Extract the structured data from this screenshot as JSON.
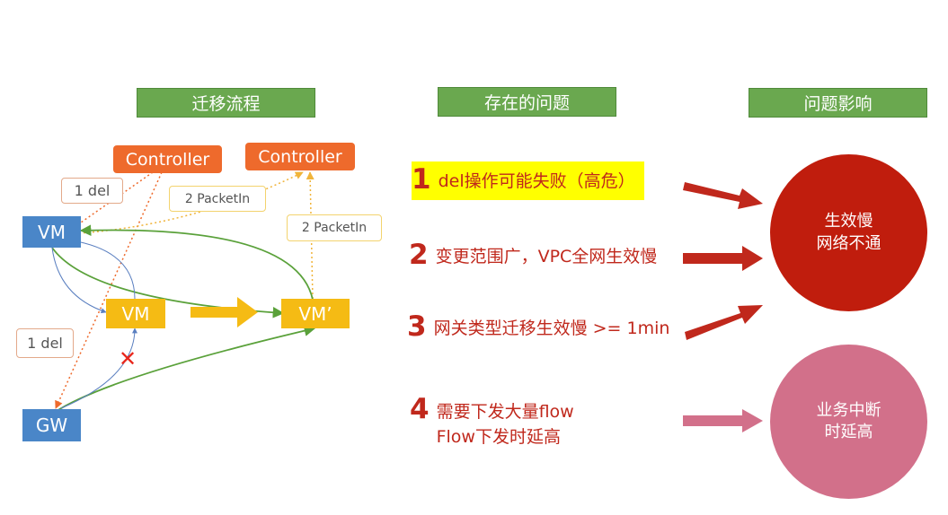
{
  "headers": {
    "migration": "迁移流程",
    "problems": "存在的问题",
    "impact": "问题影响"
  },
  "diagram": {
    "controller_left": "Controller",
    "controller_right": "Controller",
    "vm_src": "VM",
    "vm_mid": "VM",
    "vm_dst": "VM’",
    "gw": "GW",
    "label_del_top": "1 del",
    "label_del_bottom": "1 del",
    "label_packetin_a": "2 PacketIn",
    "label_packetin_b": "2 PacketIn",
    "fail_mark": "✕"
  },
  "problems": [
    {
      "num": "1",
      "text": "del操作可能失败（高危）"
    },
    {
      "num": "2",
      "text": "变更范围广，VPC全网生效慢"
    },
    {
      "num": "3",
      "text": "网关类型迁移生效慢 >= 1min"
    },
    {
      "num": "4",
      "line1": "需要下发大量flow",
      "line2": "Flow下发时延高"
    }
  ],
  "impacts": [
    {
      "line1": "生效慢",
      "line2": "网络不通"
    },
    {
      "line1": "业务中断",
      "line2": "时延高"
    }
  ],
  "colors": {
    "header_green": "#6aa84f",
    "controller_orange": "#ee6a2c",
    "vm_blue": "#4a86c8",
    "vm_gold": "#f5bb14",
    "problem_red": "#c0281c",
    "impact_dark_red": "#c01d0d",
    "impact_pink": "#d2708a",
    "highlight_yellow": "#ffff00"
  }
}
